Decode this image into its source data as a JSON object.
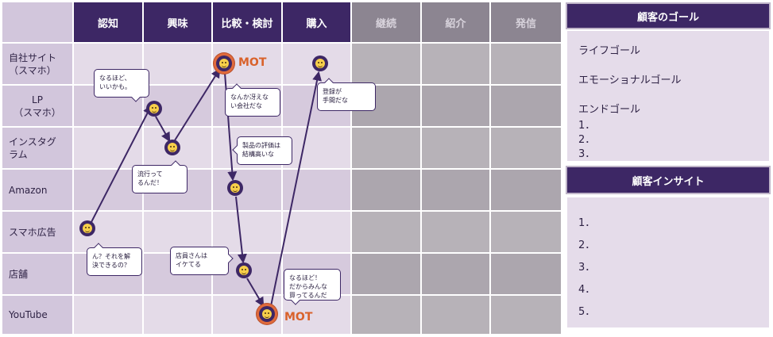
{
  "columns": {
    "active": [
      "認知",
      "興味",
      "比較・検討",
      "購入"
    ],
    "inactive": [
      "継続",
      "紹介",
      "発信"
    ]
  },
  "rows": [
    "自社サイト\n（スマホ）",
    "LP\n（スマホ）",
    "インスタグ\nラム",
    "Amazon",
    "スマホ広告",
    "店舗",
    "YouTube"
  ],
  "bubbles": {
    "naruhodo": "なるほど、\nいいかも。",
    "nanka": "なんか冴えな\nい会社だな",
    "touroku": "登録が\n手間だな",
    "seihin": "製品の評価は\n結構高いな",
    "ryukou": "流行って\nるんだ！",
    "kaiketsu": "ん？それを解\n決できるの？",
    "tenin": "店員さんは\nイケてる",
    "minna": "なるほど！\nだからみんな\n買ってるんだ"
  },
  "mot_label": "MOT",
  "goal_panel": {
    "title": "顧客のゴール",
    "lines": [
      "ライフゴール",
      "エモーショナルゴール",
      "エンドゴール",
      "1．",
      "2．",
      "3．"
    ]
  },
  "insight_panel": {
    "title": "顧客インサイト",
    "items": [
      "1．",
      "2．",
      "3．",
      "4．",
      "5．"
    ]
  },
  "colors": {
    "header_dark": "#3d2765",
    "header_inactive": "#8c8591",
    "mot": "#d9622b",
    "panel_bg": "#e5dcea"
  },
  "icons": [
    "smiley-face-icon",
    "arrow-icon"
  ]
}
